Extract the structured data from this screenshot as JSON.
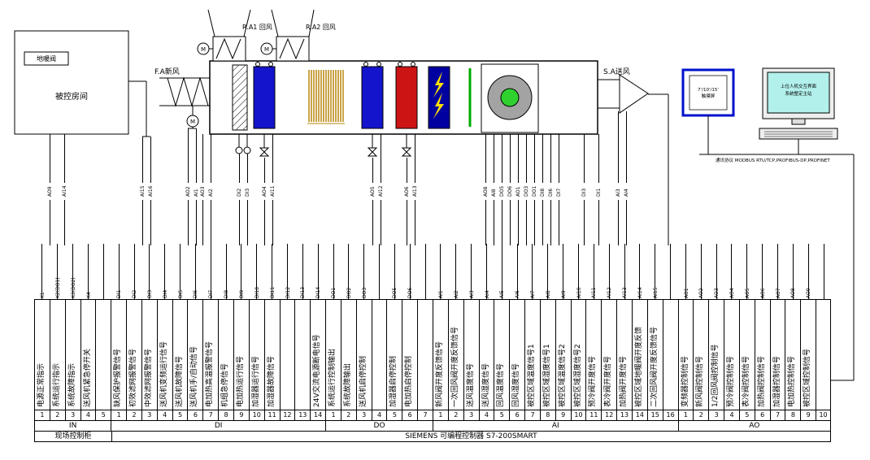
{
  "diagram": {
    "room": {
      "label": "被控房间",
      "valve_label": "地暖阀"
    },
    "ahu": {
      "fresh_air_label": "F.A新风",
      "return_air1_label": "R.A1 回风",
      "return_air2_label": "R.A2 回风",
      "supply_air_label": "S.A送风",
      "motor_label": "M"
    },
    "hmi": {
      "touch_line1": "7'/10'/15'",
      "touch_line2": "触摸屏",
      "pc_line1": "上位人机交互界面",
      "pc_line2": "系统整定主站",
      "comm_label": "通讯协议 MODBUS RTU/TCP,PROFIBUS-DP,PROFINET"
    },
    "wire_labels": [
      "AO9",
      "AI14",
      "AI15",
      "AI16",
      "AO2",
      "AI1",
      "AO3",
      "AI2",
      "DI2",
      "DI3",
      "AO4",
      "AI11",
      "AO5",
      "AI12",
      "AO6",
      "AI13",
      "AO8",
      "AI8",
      "DO5",
      "DO6",
      "AO1",
      "DO3",
      "DO1",
      "DI8",
      "DI6",
      "DI7",
      "DI3",
      "DI1",
      "AI3",
      "AI4"
    ]
  },
  "terminal_strip": {
    "groups": [
      {
        "name": "IN",
        "columns": [
          {
            "terminal": "K1",
            "signal": "电源正常指示",
            "num": "1"
          },
          {
            "terminal": "K2(DO1)",
            "signal": "系统运行指示",
            "num": "2"
          },
          {
            "terminal": "K3(DO2)",
            "signal": "系统故障指示",
            "num": "3"
          },
          {
            "terminal": "K4",
            "signal": "送风机紧急停开关",
            "num": "4"
          },
          {
            "terminal": "",
            "signal": "",
            "num": "5"
          }
        ]
      },
      {
        "name": "DI",
        "columns": [
          {
            "terminal": "DI1",
            "signal": "缺风保护报警信号",
            "num": "1"
          },
          {
            "terminal": "DI2",
            "signal": "初效滤网报警信号",
            "num": "2"
          },
          {
            "terminal": "DI3",
            "signal": "中效滤网报警信号",
            "num": "3"
          },
          {
            "terminal": "DI4",
            "signal": "送风机变频运行信号",
            "num": "4"
          },
          {
            "terminal": "DI5",
            "signal": "送风机故障信号",
            "num": "5"
          },
          {
            "terminal": "DI6",
            "signal": "送风机手/自动信号",
            "num": "6"
          },
          {
            "terminal": "DI7",
            "signal": "电加热高温报警信号",
            "num": "7"
          },
          {
            "terminal": "DI8",
            "signal": "机组急停信号",
            "num": "8"
          },
          {
            "terminal": "DI9",
            "signal": "电加热运行信号",
            "num": "9"
          },
          {
            "terminal": "DI10",
            "signal": "加湿器运行信号",
            "num": "10"
          },
          {
            "terminal": "DI11",
            "signal": "加湿器故障信号",
            "num": "11"
          },
          {
            "terminal": "DI12",
            "signal": "",
            "num": "12"
          },
          {
            "terminal": "DI13",
            "signal": "",
            "num": "13"
          },
          {
            "terminal": "DI14",
            "signal": "24V交流电源断电信号",
            "num": "14"
          }
        ]
      },
      {
        "name": "DO",
        "columns": [
          {
            "terminal": "DO1",
            "signal": "系统运行控制输出",
            "num": "1"
          },
          {
            "terminal": "DO2",
            "signal": "系统故障输出",
            "num": "2"
          },
          {
            "terminal": "DO3",
            "signal": "送风机启停控制",
            "num": "3"
          },
          {
            "terminal": "",
            "signal": "",
            "num": "4"
          },
          {
            "terminal": "DO5",
            "signal": "加湿器启停控制",
            "num": "5"
          },
          {
            "terminal": "DO6",
            "signal": "电加热启停控制",
            "num": "6"
          },
          {
            "terminal": "",
            "signal": "",
            "num": "7"
          }
        ]
      },
      {
        "name": "AI",
        "columns": [
          {
            "terminal": "AI1",
            "signal": "新风阀开度反馈信号",
            "num": "1"
          },
          {
            "terminal": "AI2",
            "signal": "一次回风阀开度反馈信号",
            "num": "2"
          },
          {
            "terminal": "AI3",
            "signal": "送风温度信号",
            "num": "3"
          },
          {
            "terminal": "AI4",
            "signal": "送风湿度信号",
            "num": "4"
          },
          {
            "terminal": "AI5",
            "signal": "回风温度信号",
            "num": "5"
          },
          {
            "terminal": "AI6",
            "signal": "回风湿度信号",
            "num": "6"
          },
          {
            "terminal": "AI7",
            "signal": "被控区域温度信号1",
            "num": "7"
          },
          {
            "terminal": "AI8",
            "signal": "被控区域湿度信号1",
            "num": "8"
          },
          {
            "terminal": "AI9",
            "signal": "被控区域温度信号2",
            "num": "9"
          },
          {
            "terminal": "AI10",
            "signal": "被控区域湿度信号2",
            "num": "10"
          },
          {
            "terminal": "AI11",
            "signal": "预冷阀开度信号",
            "num": "11"
          },
          {
            "terminal": "AI12",
            "signal": "表冷阀开度信号",
            "num": "12"
          },
          {
            "terminal": "AI13",
            "signal": "加热阀开度信号",
            "num": "13"
          },
          {
            "terminal": "AI14",
            "signal": "被控区域地暖阀开度反馈",
            "num": "14"
          },
          {
            "terminal": "AI15",
            "signal": "二次回风阀开度反馈信号",
            "num": "15"
          },
          {
            "terminal": "",
            "signal": "",
            "num": "16"
          }
        ]
      },
      {
        "name": "AO",
        "columns": [
          {
            "terminal": "AO1",
            "signal": "变频器控制信号",
            "num": "1"
          },
          {
            "terminal": "AO2",
            "signal": "新风阀控制信号",
            "num": "2"
          },
          {
            "terminal": "AO3",
            "signal": "1/2回风阀控制信号",
            "num": "3"
          },
          {
            "terminal": "AO4",
            "signal": "预冷阀控制信号",
            "num": "4"
          },
          {
            "terminal": "AO5",
            "signal": "表冷阀控制信号",
            "num": "5"
          },
          {
            "terminal": "AO6",
            "signal": "加热阀控制信号",
            "num": "6"
          },
          {
            "terminal": "AO7",
            "signal": "加湿器控制信号",
            "num": "7"
          },
          {
            "terminal": "AO8",
            "signal": "电加热控制信号",
            "num": "8"
          },
          {
            "terminal": "AO9",
            "signal": "被控区域控制信号",
            "num": "9"
          },
          {
            "terminal": "",
            "signal": "",
            "num": "10"
          }
        ]
      }
    ],
    "footer_left": "现场控制柜",
    "plc_label": "SIEMENS  可编程控制器 S7-200SMART"
  }
}
